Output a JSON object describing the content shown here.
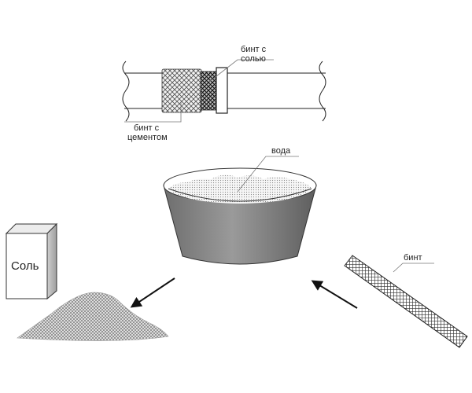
{
  "labels": {
    "bandage_with_salt_line1": "бинт с",
    "bandage_with_salt_line2": "солью",
    "bandage_with_cement_line1": "бинт с",
    "bandage_with_cement_line2": "цементом",
    "water": "вода",
    "bandage": "бинт",
    "salt_box": "Соль"
  }
}
